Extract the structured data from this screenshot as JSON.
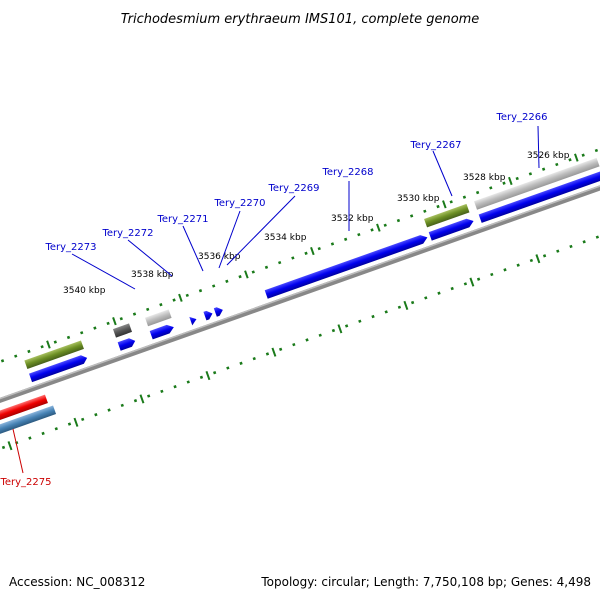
{
  "title": "Trichodesmium erythraeum IMS101, complete genome",
  "footer": {
    "accession": "Accession: NC_008312",
    "summary": "Topology: circular; Length: 7,750,108 bp; Genes: 4,498"
  },
  "ruler": {
    "labels": [
      "3526 kbp",
      "3528 kbp",
      "3530 kbp",
      "3532 kbp",
      "3534 kbp",
      "3536 kbp",
      "3538 kbp",
      "3540 kbp"
    ]
  },
  "genes": [
    {
      "id": "Tery_2266",
      "color": "#0000cc"
    },
    {
      "id": "Tery_2267",
      "color": "#0000cc"
    },
    {
      "id": "Tery_2268",
      "color": "#0000cc"
    },
    {
      "id": "Tery_2269",
      "color": "#0000cc"
    },
    {
      "id": "Tery_2270",
      "color": "#0000cc"
    },
    {
      "id": "Tery_2271",
      "color": "#0000cc"
    },
    {
      "id": "Tery_2272",
      "color": "#0000cc"
    },
    {
      "id": "Tery_2273",
      "color": "#0000cc"
    },
    {
      "id": "Tery_2275",
      "color": "#cc0000"
    }
  ],
  "colors": {
    "cds_blue": "#0000ee",
    "cog_green": "#6b8e23",
    "cog_gray_light": "#b8b8b8",
    "cog_gray_dark": "#555555",
    "reverse_red": "#ee0000",
    "reverse_steel": "#4682b4",
    "backbone": "#888888",
    "tick": "#1a7a1a"
  }
}
